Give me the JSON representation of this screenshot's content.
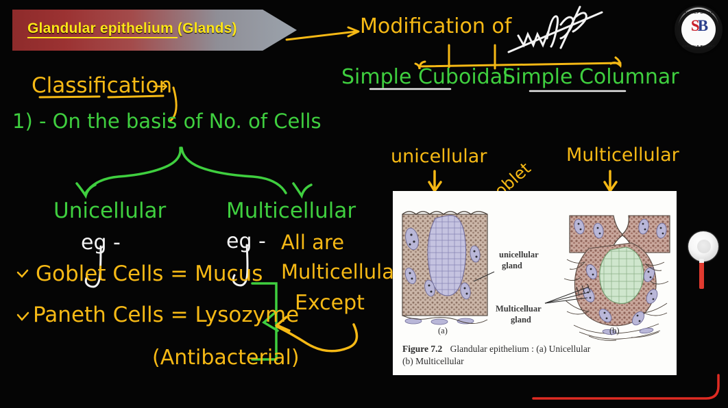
{
  "banner": {
    "title_underlined": "Glandular epithelium ",
    "title_plain": "(Glands)"
  },
  "notes": {
    "modification": "Modification of",
    "simple_cuboidal": "Simple Cuboidal",
    "simple_columnar": "Simple Columnar",
    "classification": "Classification",
    "classification_arrow": "→",
    "point_one": "1) - On the basis of  No. of  Cells",
    "unicellular_branch": "Unicellular",
    "multicellular_branch": "Multicellular",
    "eg_left": "eg -",
    "eg_right": "eg -",
    "all_are": "All are",
    "multicellular_word": "Multicellular",
    "except": "Except",
    "goblet_cells": "Goblet Cells = Mucus",
    "paneth_cells": "Paneth Cells = Lysozyme",
    "antibacterial": "(Antibacterial)",
    "bullet_one": "✓",
    "bullet_two": "✓"
  },
  "figure_labels": {
    "unicellular_top": "unicellular",
    "multicellular_top": "Multicellular",
    "goblet": "goblet"
  },
  "figure": {
    "label_unicellular_gland": "unicellular\ngland",
    "label_unicellular_gland_l1": "unicellular",
    "label_unicellular_gland_l2": "gland",
    "label_multicellular_gland_l1": "Multicelluar",
    "label_multicellular_gland_l2": "gland",
    "sub_a": "(a)",
    "sub_b": "(b)",
    "caption_bold": "Figure 7.2",
    "caption_line1": "Glandular epithelium : (a) Unicellular",
    "caption_line2": "(b) Multicellular"
  },
  "logo": {
    "monogram_s": "S",
    "monogram_b": "B",
    "text_top": "SANKALP BHARAT",
    "text_bottom": "SANKALP BHARAT"
  },
  "colors": {
    "gold": "#f6b915",
    "green": "#3fcf3f",
    "white_ink": "#f2f2f2",
    "banner_yellow": "#ffe617",
    "banner_red": "#8e2b2b",
    "banner_gray": "#9ba3ac",
    "red_line": "#e02b23",
    "background": "#050505"
  }
}
